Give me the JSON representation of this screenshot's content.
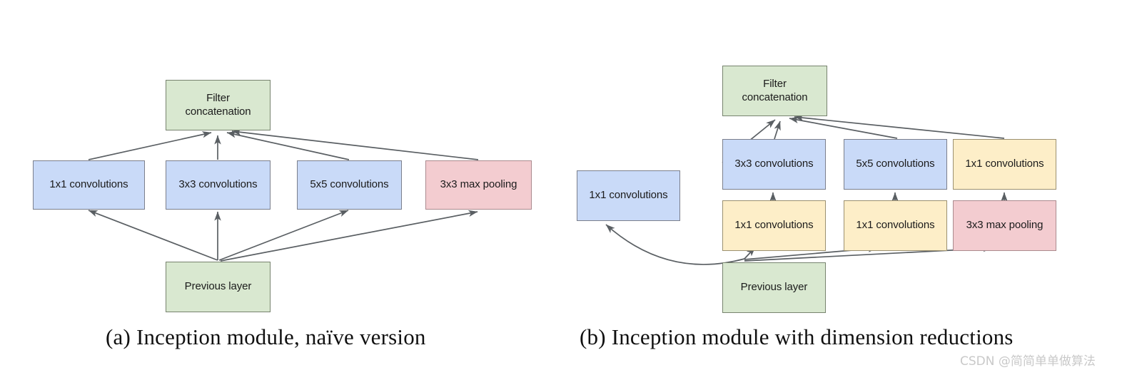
{
  "figure": {
    "title": "Inception module diagrams",
    "watermark": "CSDN @简简单单做算法",
    "colors": {
      "blue_fill": "#c9daf8",
      "green_fill": "#d9e8d0",
      "yellow_fill": "#fdeec8",
      "red_fill": "#f3ccd0",
      "arrow": "#5a5f63",
      "background": "#ffffff",
      "text": "#1b1b1b"
    }
  },
  "panel_a": {
    "caption": "(a)  Inception module, naïve version",
    "nodes": {
      "filter_concatenation": "Filter\nconcatenation",
      "filter_concatenation_line1": "Filter",
      "filter_concatenation_line2": "concatenation",
      "conv1x1": "1x1 convolutions",
      "conv3x3": "3x3 convolutions",
      "conv5x5": "5x5 convolutions",
      "maxpool3x3": "3x3 max pooling",
      "previous_layer": "Previous layer"
    }
  },
  "panel_b": {
    "caption": "(b)  Inception module with dimension reductions",
    "nodes": {
      "filter_concatenation_line1": "Filter",
      "filter_concatenation_line2": "concatenation",
      "conv1x1_left": "1x1 convolutions",
      "conv3x3": "3x3 convolutions",
      "conv5x5": "5x5 convolutions",
      "conv1x1_right_top": "1x1 convolutions",
      "reduce1x1_a": "1x1 convolutions",
      "reduce1x1_b": "1x1 convolutions",
      "maxpool3x3": "3x3 max pooling",
      "previous_layer": "Previous layer"
    }
  }
}
